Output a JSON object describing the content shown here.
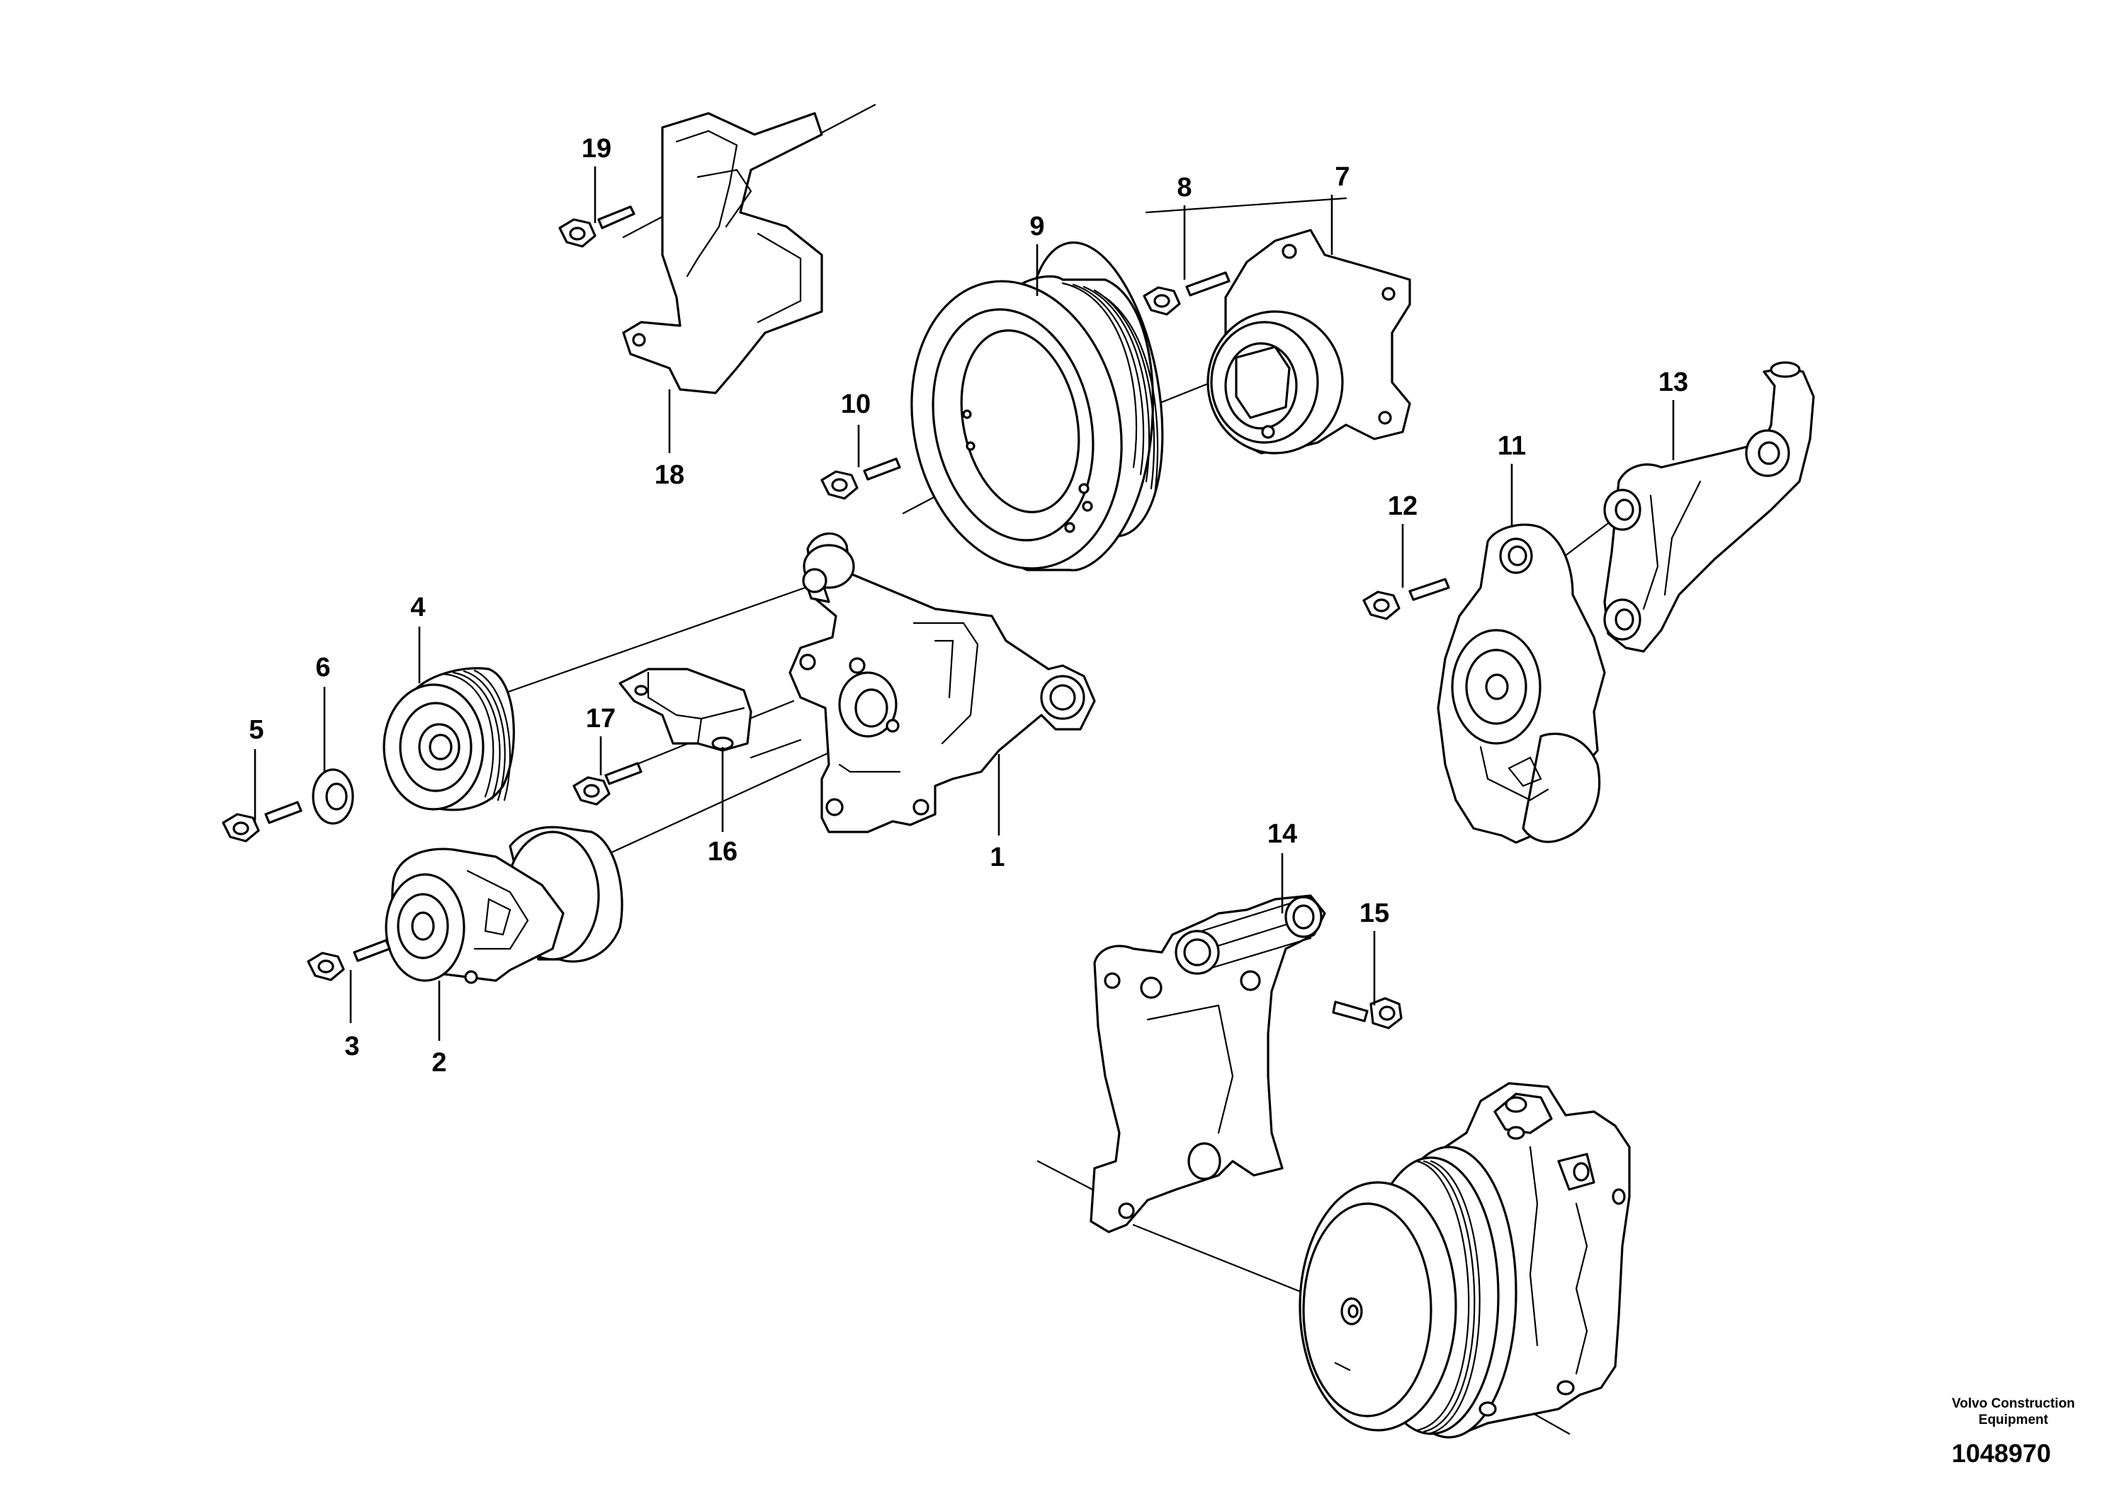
{
  "callouts": [
    {
      "label": "1"
    },
    {
      "label": "2"
    },
    {
      "label": "3"
    },
    {
      "label": "4"
    },
    {
      "label": "5"
    },
    {
      "label": "6"
    },
    {
      "label": "7"
    },
    {
      "label": "8"
    },
    {
      "label": "9"
    },
    {
      "label": "10"
    },
    {
      "label": "11"
    },
    {
      "label": "12"
    },
    {
      "label": "13"
    },
    {
      "label": "14"
    },
    {
      "label": "15"
    },
    {
      "label": "16"
    },
    {
      "label": "17"
    },
    {
      "label": "18"
    },
    {
      "label": "19"
    }
  ],
  "footer": {
    "brand_line1": "Volvo Construction",
    "brand_line2": "Equipment",
    "drawing_number": "1048970"
  }
}
